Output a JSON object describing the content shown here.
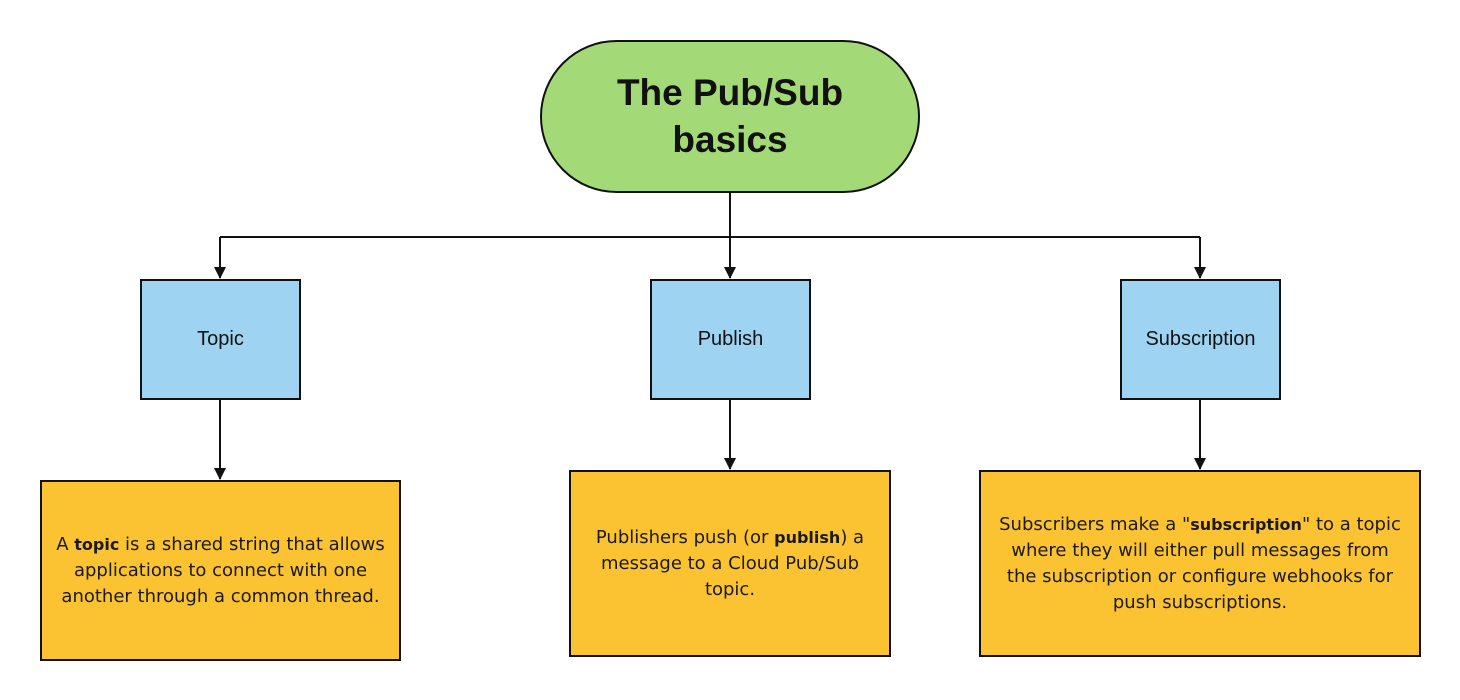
{
  "root": {
    "title": "The Pub/Sub basics"
  },
  "concepts": {
    "topic": {
      "label": "Topic"
    },
    "publish": {
      "label": "Publish"
    },
    "subscription": {
      "label": "Subscription"
    }
  },
  "descriptions": {
    "topic": {
      "before": "A ",
      "emphasis": "topic",
      "after": " is a shared string that allows applications to connect with one another through a common thread."
    },
    "publish": {
      "before": "Publishers push (or ",
      "emphasis": "publish",
      "after": ") a message to a Cloud Pub/Sub topic."
    },
    "subscription": {
      "before": "Subscribers make a \"",
      "emphasis": "subscription",
      "after": "\" to a topic where they will either pull messages from the subscription or configure webhooks for push subscriptions."
    }
  },
  "colors": {
    "root_fill": "#a3da77",
    "concept_fill": "#9ed3f2",
    "description_fill": "#fbc332",
    "stroke": "#111111"
  }
}
